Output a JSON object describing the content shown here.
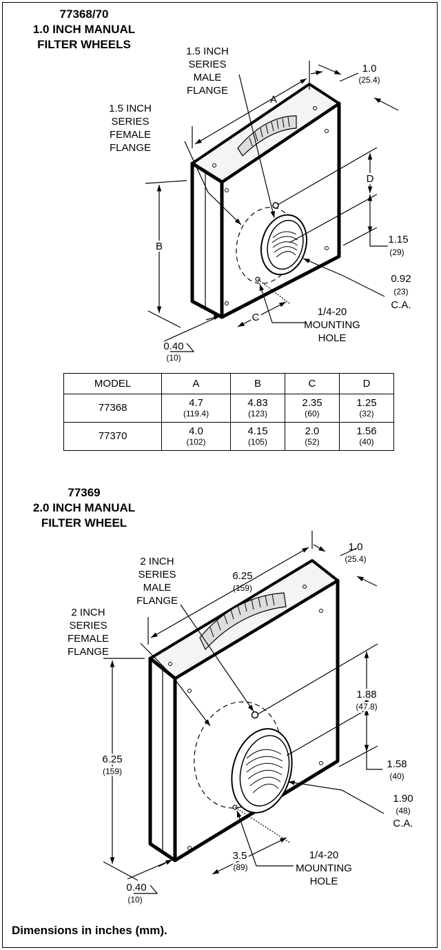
{
  "top": {
    "title_line1": "77368/70",
    "title_line2": "1.0 INCH MANUAL",
    "title_line3": "FILTER WHEELS",
    "male_flange": [
      "1.5 INCH",
      "SERIES",
      "MALE",
      "FLANGE"
    ],
    "female_flange": [
      "1.5 INCH",
      "SERIES",
      "FEMALE",
      "FLANGE"
    ],
    "dim_a": "A",
    "dim_b": "B",
    "dim_c": "C",
    "dim_d": "D",
    "dim_thickness": "1.0",
    "dim_thickness_mm": "(25.4)",
    "dim_offset": "1.15",
    "dim_offset_mm": "(29)",
    "dim_ca": "0.92",
    "dim_ca_mm": "(23)",
    "ca_label": "C.A.",
    "dim_edge": "0.40",
    "dim_edge_mm": "(10)",
    "mounting": [
      "1/4-20",
      "MOUNTING",
      "HOLE"
    ]
  },
  "table": {
    "headers": [
      "MODEL",
      "A",
      "B",
      "C",
      "D"
    ],
    "rows": [
      {
        "model": "77368",
        "cells": [
          [
            "4.7",
            "(119.4)"
          ],
          [
            "4.83",
            "(123)"
          ],
          [
            "2.35",
            "(60)"
          ],
          [
            "1.25",
            "(32)"
          ]
        ]
      },
      {
        "model": "77370",
        "cells": [
          [
            "4.0",
            "(102)"
          ],
          [
            "4.15",
            "(105)"
          ],
          [
            "2.0",
            "(52)"
          ],
          [
            "1.56",
            "(40)"
          ]
        ]
      }
    ]
  },
  "bottom": {
    "title_line1": "77369",
    "title_line2": "2.0 INCH MANUAL",
    "title_line3": "FILTER WHEEL",
    "male_flange": [
      "2 INCH",
      "SERIES",
      "MALE",
      "FLANGE"
    ],
    "female_flange": [
      "2 INCH",
      "SERIES",
      "FEMALE",
      "FLANGE"
    ],
    "dim_width": "6.25",
    "dim_width_mm": "(159)",
    "dim_height": "6.25",
    "dim_height_mm": "(159)",
    "dim_thickness": "1.0",
    "dim_thickness_mm": "(25.4)",
    "dim_top_offset": "1.88",
    "dim_top_offset_mm": "(47.8)",
    "dim_offset": "1.58",
    "dim_offset_mm": "(40)",
    "dim_ca": "1.90",
    "dim_ca_mm": "(48)",
    "ca_label": "C.A.",
    "dim_hole": "3.5",
    "dim_hole_mm": "(89)",
    "dim_edge": "0.40",
    "dim_edge_mm": "(10)",
    "mounting": [
      "1/4-20",
      "MOUNTING",
      "HOLE"
    ]
  },
  "footer": "Dimensions in inches (mm)."
}
